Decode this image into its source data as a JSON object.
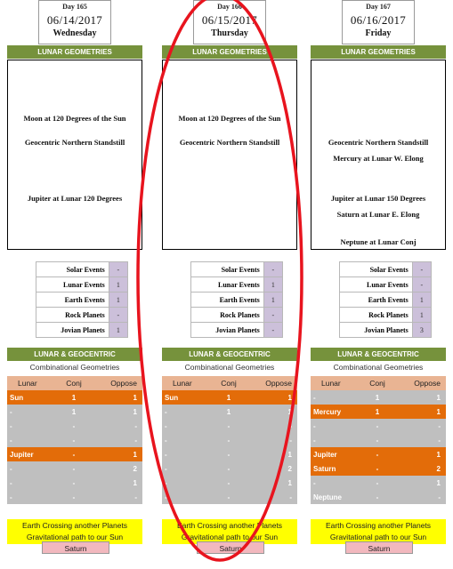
{
  "columns": [
    {
      "day": "Day 165",
      "date": "06/14/2017",
      "weekday": "Wednesday",
      "geo_header": "LUNAR GEOMETRIES",
      "geo_lines": [
        "Moon at 120 Degrees of the Sun",
        "Geocentric Northern Standstill",
        "",
        "",
        "Jupiter at Lunar 120 Degrees",
        "",
        ""
      ],
      "events": [
        {
          "label": "Solar Events",
          "value": "-"
        },
        {
          "label": "Lunar Events",
          "value": "1"
        },
        {
          "label": "Earth Events",
          "value": "1"
        },
        {
          "label": "Rock Planets",
          "value": "-"
        },
        {
          "label": "Jovian Planets",
          "value": "1"
        }
      ],
      "lg_header": "LUNAR & GEOCENTRIC",
      "sub": "Combinational Geometries",
      "grid_head": [
        "Lunar",
        "Conj",
        "Oppose"
      ],
      "rows": [
        {
          "name": "Sun",
          "conj": "1",
          "opp": "1",
          "style": "orange"
        },
        {
          "name": "-",
          "conj": "1",
          "opp": "1",
          "style": "gray"
        },
        {
          "name": "-",
          "conj": "-",
          "opp": "-",
          "style": "gray"
        },
        {
          "name": "-",
          "conj": "-",
          "opp": "-",
          "style": "gray"
        },
        {
          "name": "Jupiter",
          "conj": "-",
          "opp": "1",
          "style": "orange"
        },
        {
          "name": "-",
          "conj": "-",
          "opp": "2",
          "style": "gray"
        },
        {
          "name": "-",
          "conj": "-",
          "opp": "1",
          "style": "gray"
        },
        {
          "name": "-",
          "conj": "-",
          "opp": "-",
          "style": "gray"
        }
      ],
      "yellow": [
        "Earth Crossing another Planets",
        "Gravitational path to our Sun"
      ],
      "saturn": "Saturn"
    },
    {
      "day": "Day 166",
      "date": "06/15/2017",
      "weekday": "Thursday",
      "geo_header": "LUNAR GEOMETRIES",
      "geo_lines": [
        "Moon at 120 Degrees of the Sun",
        "Geocentric Northern Standstill",
        "",
        "",
        "",
        "",
        ""
      ],
      "events": [
        {
          "label": "Solar Events",
          "value": "-"
        },
        {
          "label": "Lunar Events",
          "value": "1"
        },
        {
          "label": "Earth Events",
          "value": "1"
        },
        {
          "label": "Rock Planets",
          "value": "-"
        },
        {
          "label": "Jovian Planets",
          "value": "-"
        }
      ],
      "lg_header": "LUNAR & GEOCENTRIC",
      "sub": "Combinational Geometries",
      "grid_head": [
        "Lunar",
        "Conj",
        "Oppose"
      ],
      "rows": [
        {
          "name": "Sun",
          "conj": "1",
          "opp": "1",
          "style": "orange"
        },
        {
          "name": "-",
          "conj": "1",
          "opp": "1",
          "style": "gray"
        },
        {
          "name": "-",
          "conj": "-",
          "opp": "-",
          "style": "gray"
        },
        {
          "name": "-",
          "conj": "-",
          "opp": "-",
          "style": "gray"
        },
        {
          "name": "-",
          "conj": "-",
          "opp": "1",
          "style": "gray"
        },
        {
          "name": "-",
          "conj": "-",
          "opp": "2",
          "style": "gray"
        },
        {
          "name": "-",
          "conj": "-",
          "opp": "1",
          "style": "gray"
        },
        {
          "name": "-",
          "conj": "-",
          "opp": "-",
          "style": "gray"
        }
      ],
      "yellow": [
        "Earth Crossing another Planets",
        "Gravitational path to our Sun"
      ],
      "saturn": "Saturn"
    },
    {
      "day": "Day 167",
      "date": "06/16/2017",
      "weekday": "Friday",
      "geo_header": "LUNAR GEOMETRIES",
      "geo_lines": [
        "",
        "Geocentric Northern Standstill",
        "Mercury at Lunar W. Elong",
        "",
        "Jupiter at Lunar 150 Degrees",
        "Saturn at Lunar E. Elong",
        "Neptune at Lunar Conj"
      ],
      "events": [
        {
          "label": "Solar Events",
          "value": "-"
        },
        {
          "label": "Lunar Events",
          "value": "-"
        },
        {
          "label": "Earth Events",
          "value": "1"
        },
        {
          "label": "Rock Planets",
          "value": "1"
        },
        {
          "label": "Jovian Planets",
          "value": "3"
        }
      ],
      "lg_header": "LUNAR & GEOCENTRIC",
      "sub": "Combinational Geometries",
      "grid_head": [
        "Lunar",
        "Conj",
        "Oppose"
      ],
      "rows": [
        {
          "name": "-",
          "conj": "1",
          "opp": "1",
          "style": "gray"
        },
        {
          "name": "Mercury",
          "conj": "1",
          "opp": "1",
          "style": "orange"
        },
        {
          "name": "-",
          "conj": "-",
          "opp": "-",
          "style": "gray"
        },
        {
          "name": "-",
          "conj": "-",
          "opp": "-",
          "style": "gray"
        },
        {
          "name": "Jupiter",
          "conj": "-",
          "opp": "1",
          "style": "orange"
        },
        {
          "name": "Saturn",
          "conj": "-",
          "opp": "2",
          "style": "orange"
        },
        {
          "name": "-",
          "conj": "-",
          "opp": "1",
          "style": "gray"
        },
        {
          "name": "Neptune",
          "conj": "-",
          "opp": "-",
          "style": "gray"
        }
      ],
      "yellow": [
        "Earth Crossing another Planets",
        "Gravitational path to our Sun"
      ],
      "saturn": "Saturn"
    }
  ],
  "colors": {
    "green": "#76923c",
    "orange": "#e36c09",
    "gray": "#bfbfbf",
    "lavender": "#ccc0da",
    "yellow": "#ffff00",
    "pink": "#f2b8be",
    "annotation_red": "#e8141e"
  }
}
